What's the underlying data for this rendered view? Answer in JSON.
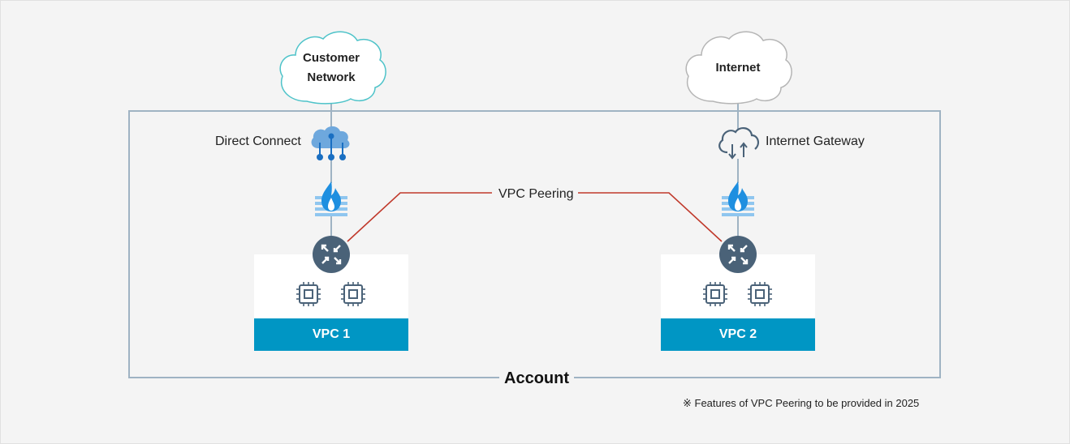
{
  "clouds": {
    "customer_network_line1": "Customer",
    "customer_network_line2": "Network",
    "internet": "Internet"
  },
  "labels": {
    "direct_connect": "Direct Connect",
    "internet_gateway": "Internet Gateway",
    "vpc_peering": "VPC Peering",
    "account": "Account"
  },
  "vpcs": [
    {
      "label": "VPC 1"
    },
    {
      "label": "VPC 2"
    }
  ],
  "note": "※ Features of VPC Peering to be provided in 2025",
  "colors": {
    "account_border": "#9fb3c3",
    "vpc_bar": "#0096c4",
    "peering_line": "#c0392b",
    "router": "#4a6278",
    "firewall_flame": "#1e8fe0",
    "firewall_wall": "#8fc6ef",
    "cloud_customer_stroke": "#4ec3c9",
    "cloud_internet_stroke": "#b5b5b5"
  },
  "icons": [
    "cloud-icon",
    "direct-connect-icon",
    "firewall-icon",
    "router-icon",
    "chip-icon",
    "internet-gateway-icon"
  ]
}
